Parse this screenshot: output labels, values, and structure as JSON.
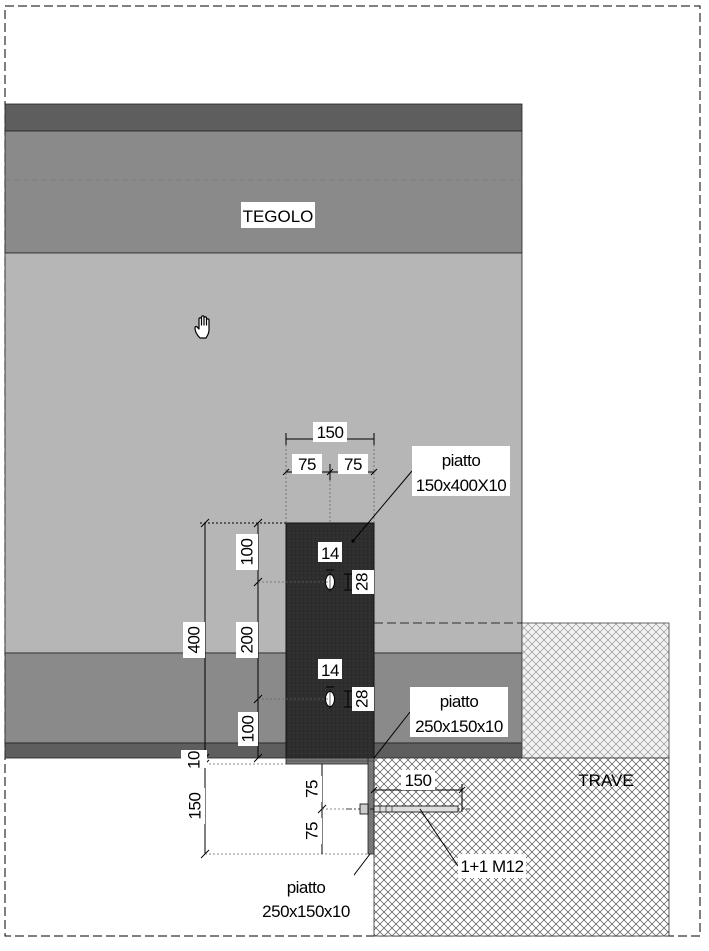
{
  "labels": {
    "tegolo": "TEGOLO",
    "trave": "TRAVE",
    "plate_top_line1": "piatto",
    "plate_top_line2": "150x400X10",
    "plate_mid_line1": "piatto",
    "plate_mid_line2": "250x150x10",
    "plate_bot_line1": "piatto",
    "plate_bot_line2": "250x150x10",
    "bolt": "1+1 M12"
  },
  "dimensions": {
    "width_total": "150",
    "width_left": "75",
    "width_right": "75",
    "hole_dia_top": "14",
    "hole_dia_bot": "14",
    "slot_len_top": "28",
    "slot_len_bot": "28",
    "height_total": "400",
    "top_margin": "100",
    "hole_spacing": "200",
    "bottom_margin": "100",
    "plate_thickness": "10",
    "angle_height": "150",
    "angle_upper": "75",
    "angle_lower": "75",
    "bolt_length": "150"
  },
  "icons": {
    "cursor": "hand-cursor-icon"
  },
  "colors": {
    "tegolo_dark": "#5e5e5e",
    "tegolo_mid": "#8a8a8a",
    "tegolo_light": "#b6b6b6",
    "plate": "#333333",
    "trave_hatch": "#555555"
  }
}
